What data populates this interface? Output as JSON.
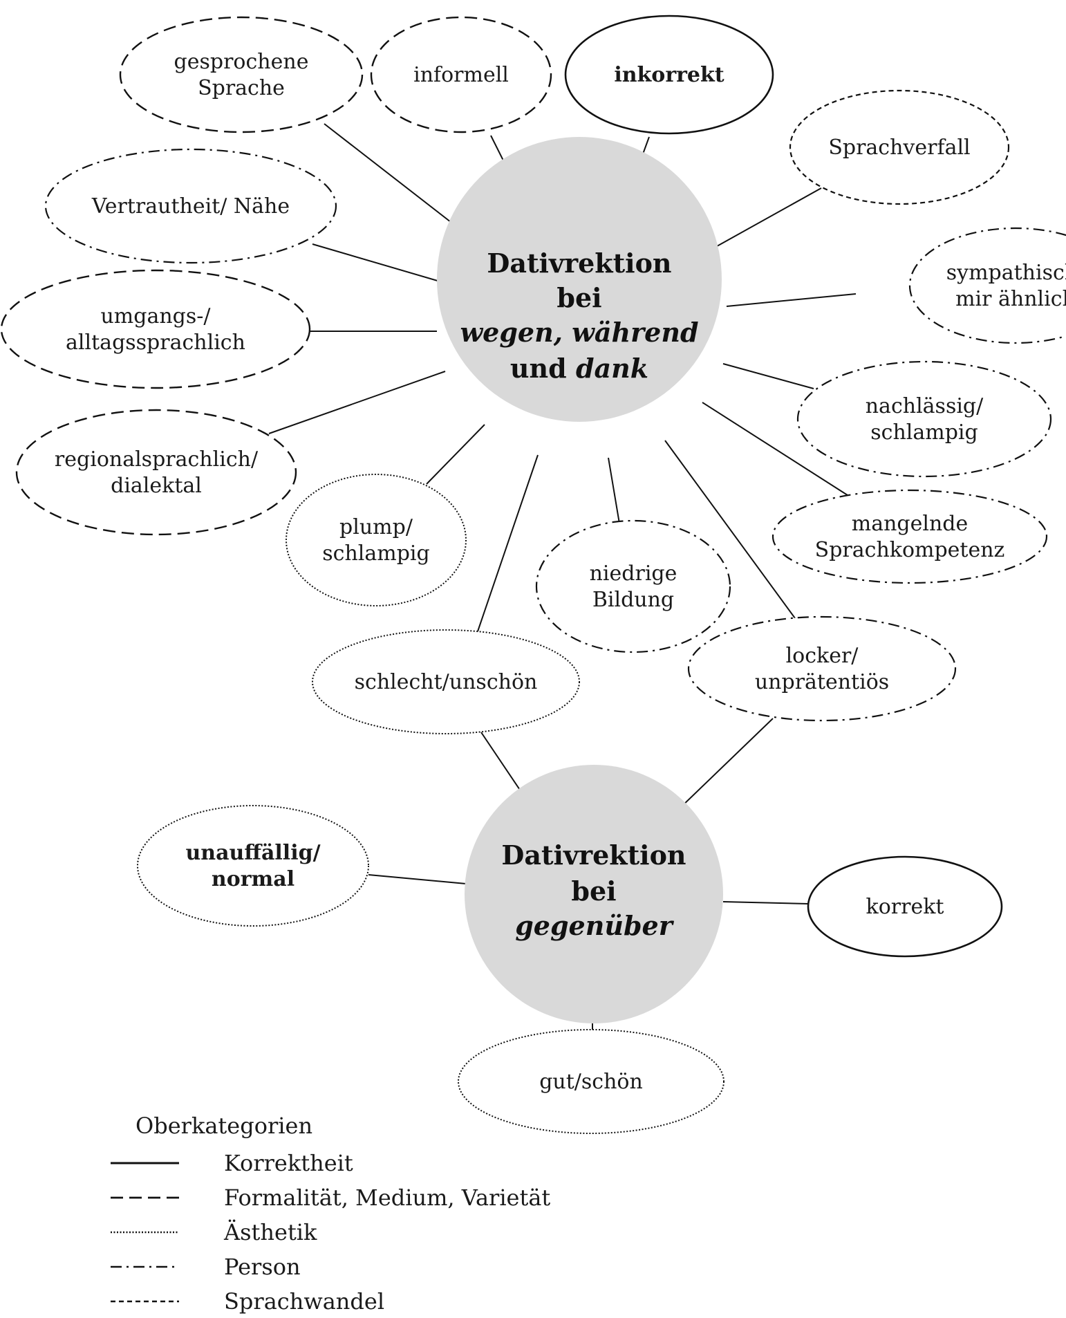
{
  "hubs": {
    "top": {
      "lines": [
        [
          {
            "t": "Dativrektion"
          }
        ],
        [
          {
            "t": "bei"
          }
        ],
        [
          {
            "t": "wegen, während",
            "i": true
          }
        ],
        [
          {
            "t": "und "
          },
          {
            "t": "dank",
            "i": true
          }
        ]
      ]
    },
    "bottom": {
      "lines": [
        [
          {
            "t": "Dativrektion"
          }
        ],
        [
          {
            "t": "bei"
          }
        ],
        [
          {
            "t": "gegenüber",
            "i": true
          }
        ]
      ]
    }
  },
  "nodes": [
    {
      "id": "gesprochene-sprache",
      "lines": [
        "gesprochene",
        "Sprache"
      ],
      "category": "formalitaet"
    },
    {
      "id": "informell",
      "lines": [
        "informell"
      ],
      "category": "formalitaet"
    },
    {
      "id": "inkorrekt",
      "lines": [
        "inkorrekt"
      ],
      "category": "korrektheit",
      "bold": true
    },
    {
      "id": "sprachverfall",
      "lines": [
        "Sprachverfall"
      ],
      "category": "sprachwandel"
    },
    {
      "id": "vertrautheit",
      "lines": [
        "Vertrautheit/ Nähe"
      ],
      "category": "person"
    },
    {
      "id": "sympathisch",
      "lines": [
        "sympathisch/",
        "mir ähnlich"
      ],
      "category": "person"
    },
    {
      "id": "umgangssprachlich",
      "lines": [
        "umgangs-/",
        "alltagssprachlich"
      ],
      "category": "formalitaet"
    },
    {
      "id": "nachlaessig",
      "lines": [
        "nachlässig/",
        "schlampig"
      ],
      "category": "person"
    },
    {
      "id": "regionalsprachlich",
      "lines": [
        "regionalsprachlich/",
        "dialektal"
      ],
      "category": "formalitaet"
    },
    {
      "id": "mangelnde-sprachkompetenz",
      "lines": [
        "mangelnde",
        "Sprachkompetenz"
      ],
      "category": "person"
    },
    {
      "id": "plump",
      "lines": [
        "plump/",
        "schlampig"
      ],
      "category": "aesthetik"
    },
    {
      "id": "niedrige-bildung",
      "lines": [
        "niedrige",
        "Bildung"
      ],
      "category": "person"
    },
    {
      "id": "schlecht",
      "lines": [
        "schlecht/unschön"
      ],
      "category": "aesthetik"
    },
    {
      "id": "locker",
      "lines": [
        "locker/",
        "unprätentiös"
      ],
      "category": "person"
    },
    {
      "id": "unauffaellig",
      "lines": [
        "unauffällig/",
        "normal"
      ],
      "category": "aesthetik",
      "bold": true
    },
    {
      "id": "korrekt",
      "lines": [
        "korrekt"
      ],
      "category": "korrektheit"
    },
    {
      "id": "gut-schoen",
      "lines": [
        "gut/schön"
      ],
      "category": "aesthetik"
    }
  ],
  "edges": [
    [
      "top",
      "gesprochene-sprache"
    ],
    [
      "top",
      "informell"
    ],
    [
      "top",
      "inkorrekt"
    ],
    [
      "top",
      "sprachverfall"
    ],
    [
      "top",
      "vertrautheit"
    ],
    [
      "top",
      "sympathisch"
    ],
    [
      "top",
      "umgangssprachlich"
    ],
    [
      "top",
      "nachlaessig"
    ],
    [
      "top",
      "regionalsprachlich"
    ],
    [
      "top",
      "mangelnde-sprachkompetenz"
    ],
    [
      "top",
      "plump"
    ],
    [
      "top",
      "niedrige-bildung"
    ],
    [
      "top",
      "schlecht"
    ],
    [
      "top",
      "locker"
    ],
    [
      "bottom",
      "schlecht"
    ],
    [
      "bottom",
      "locker"
    ],
    [
      "bottom",
      "unauffaellig"
    ],
    [
      "bottom",
      "korrekt"
    ],
    [
      "bottom",
      "gut-schoen"
    ]
  ],
  "legend": {
    "title": "Oberkategorien",
    "items": [
      {
        "category": "korrektheit",
        "label": "Korrektheit"
      },
      {
        "category": "formalitaet",
        "label": "Formalität, Medium, Varietät"
      },
      {
        "category": "aesthetik",
        "label": "Ästhetik"
      },
      {
        "category": "person",
        "label": "Person"
      },
      {
        "category": "sprachwandel",
        "label": "Sprachwandel"
      }
    ]
  },
  "colors": {
    "hub_fill": "#d9d9d9",
    "stroke": "#111111"
  }
}
